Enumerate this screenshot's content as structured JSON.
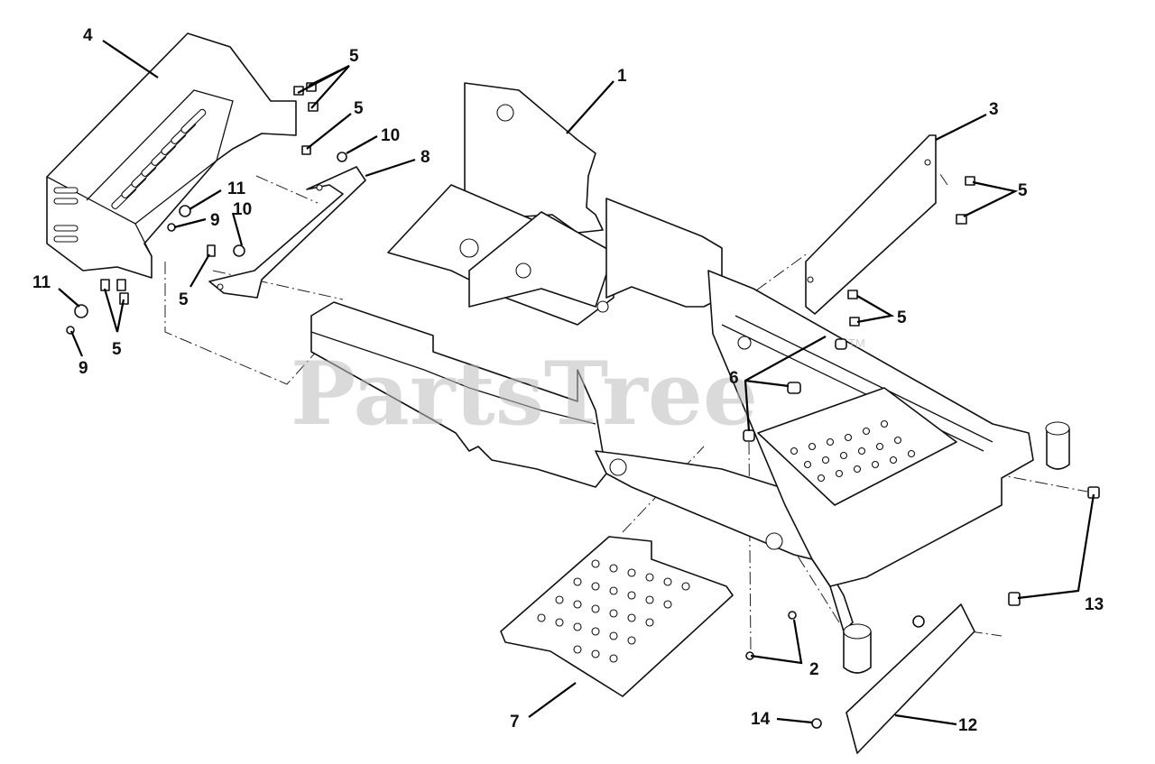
{
  "diagram": {
    "watermark": "PartsTree",
    "watermark_mark": "TM",
    "callouts": [
      "1",
      "2",
      "3",
      "4",
      "5",
      "6",
      "7",
      "8",
      "9",
      "10",
      "11",
      "12",
      "13",
      "14"
    ]
  }
}
